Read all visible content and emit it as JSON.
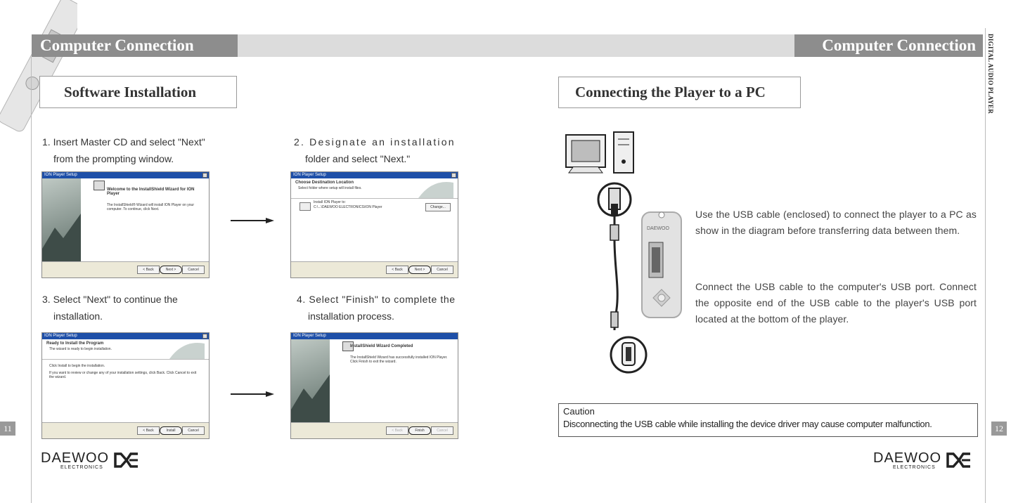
{
  "left": {
    "header": "Computer Connection",
    "section_title": "Software Installation",
    "page_number": "11",
    "steps": [
      {
        "line1": "1. Insert Master CD and select \"Next\"",
        "line2": "from the prompting window."
      },
      {
        "line1": "2. Designate an installation",
        "line2": "folder and select \"Next.\""
      },
      {
        "line1": "3. Select \"Next\" to continue the",
        "line2": "installation."
      },
      {
        "line1": "4. Select \"Finish\" to complete the",
        "line2": "installation process."
      }
    ],
    "brand": "DAEWOO",
    "brand_sub": "ELECTRONICS"
  },
  "dialogs": {
    "title": "ION Player Setup",
    "welcome": "Welcome to the InstallShield Wizard for ION Player",
    "welcome_body": "The InstallShield® Wizard will install ION Player on your computer. To continue, click Next.",
    "dest_title": "Choose Destination Location",
    "dest_sub": "Select folder where setup will install files.",
    "dest_label": "Install ION Player to:",
    "dest_path": "C:\\...\\DAEWOO ELECTRONICS\\ION Player",
    "change": "Change...",
    "ready_title": "Ready to Install the Program",
    "ready_sub": "The wizard is ready to begin installation.",
    "ready_body1": "Click Install to begin the installation.",
    "ready_body2": "If you want to review or change any of your installation settings, click Back. Click Cancel to exit the wizard.",
    "complete_title": "InstallShield Wizard Completed",
    "complete_body": "The InstallShield Wizard has successfully installed ION Player. Click Finish to exit the wizard.",
    "back": "< Back",
    "next": "Next >",
    "install": "Install",
    "finish": "Finish",
    "cancel": "Cancel"
  },
  "right": {
    "header": "Computer Connection",
    "side_label": "DIGITAL AUDIO PLAYER",
    "section_title": "Connecting the Player to a PC",
    "page_number": "12",
    "para1": "Use the USB cable (enclosed) to connect the player to a PC as show in the diagram before transferring data between them.",
    "para2": "Connect the USB cable to the computer's USB port. Connect the opposite end of the USB cable to the player's USB port located at the bottom of the player.",
    "device_label": "DAEWOO",
    "caution_title": "Caution",
    "caution_text": "Disconnecting the USB cable while installing the device driver may cause computer malfunction.",
    "brand": "DAEWOO",
    "brand_sub": "ELECTRONICS"
  }
}
